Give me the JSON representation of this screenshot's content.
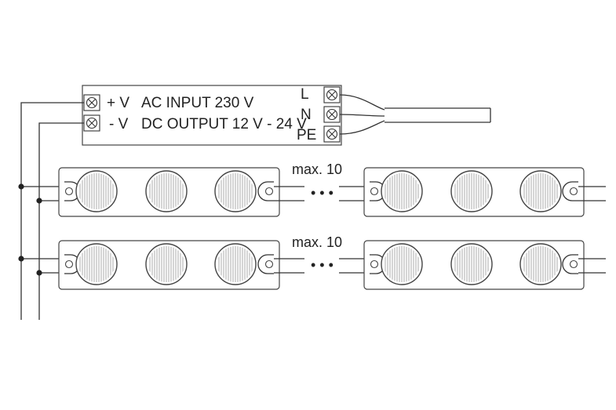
{
  "driver": {
    "plus_label": "+ V",
    "minus_label": "- V",
    "input_label": "AC INPUT 230 V",
    "output_label": "DC OUTPUT 12 V - 24 V",
    "terminal_l": "L",
    "terminal_n": "N",
    "terminal_pe": "PE"
  },
  "chains": [
    {
      "max_label": "max. 10",
      "dots_label": "• • •"
    },
    {
      "max_label": "max. 10",
      "dots_label": "• • •"
    }
  ],
  "colors": {
    "line": "#333333",
    "background": "#ffffff"
  }
}
